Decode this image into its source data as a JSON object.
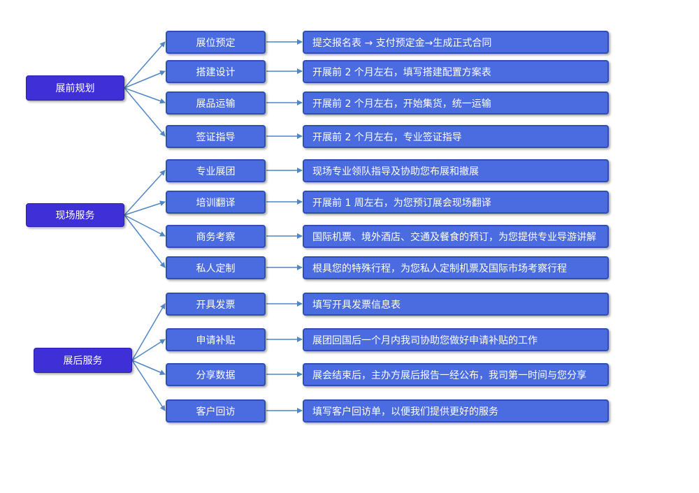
{
  "groups": [
    {
      "label": "展前规划",
      "items": [
        {
          "name": "展位预定",
          "desc": "提交报名表 → 支付预定金→生成正式合同"
        },
        {
          "name": "搭建设计",
          "desc": "开展前 2 个月左右，填写搭建配置方案表"
        },
        {
          "name": "展品运输",
          "desc": "开展前 2 个月左右，开始集货，统一运输"
        },
        {
          "name": "签证指导",
          "desc": "开展前 2 个月左右，专业签证指导"
        }
      ]
    },
    {
      "label": "现场服务",
      "items": [
        {
          "name": "专业展团",
          "desc": "现场专业领队指导及协助您布展和撤展"
        },
        {
          "name": "培训翻译",
          "desc": "开展前 1 周左右，为您预订展会现场翻译"
        },
        {
          "name": "商务考察",
          "desc": "国际机票、境外酒店、交通及餐食的预订，为您提供专业导游讲解"
        },
        {
          "name": "私人定制",
          "desc": "根具您的特殊行程，为您私人定制机票及国际市场考察行程"
        }
      ]
    },
    {
      "label": "展后服务",
      "items": [
        {
          "name": "开具发票",
          "desc": "填写开具发票信息表"
        },
        {
          "name": "申请补贴",
          "desc": "展团回国后一个月内我司协助您做好申请补贴的工作"
        },
        {
          "name": "分享数据",
          "desc": "展会结束后，主办方展后报告一经公布，我司第一时间与您分享"
        },
        {
          "name": "客户回访",
          "desc": "填写客户回访单，以便我们提供更好的服务"
        }
      ]
    }
  ],
  "colors": {
    "category": "#3e2fd6",
    "box": "#4a6ce0",
    "border": "#2f4fb5",
    "arrow": "#4f86c6"
  }
}
